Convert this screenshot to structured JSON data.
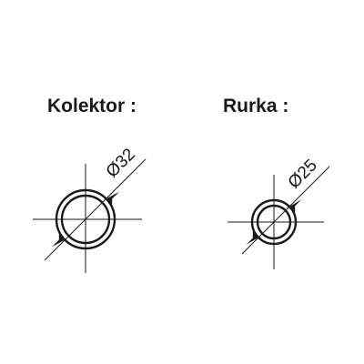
{
  "figures": [
    {
      "id": "kolektor",
      "title": "Kolektor :",
      "diameter_label": "Ø32",
      "diameter": 32
    },
    {
      "id": "rurka",
      "title": "Rurka :",
      "diameter_label": "Ø25",
      "diameter": 25
    }
  ]
}
